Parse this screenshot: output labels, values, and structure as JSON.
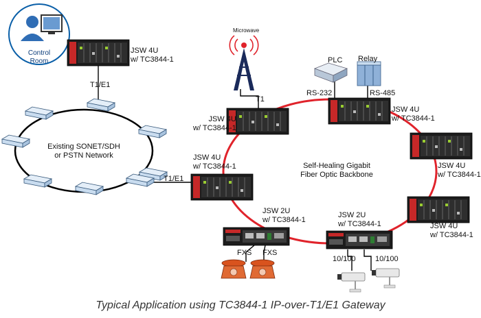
{
  "caption": "Typical Application using TC3844-1 IP-over-T1/E1 Gateway",
  "control_room": "Control\nRoom",
  "network": {
    "line1": "Existing SONET/SDH",
    "line2": "or PSTN Network"
  },
  "backbone": {
    "line1": "Self-Healing Gigabit",
    "line2": "Fiber Optic Backbone"
  },
  "labels": {
    "jsw4u": "JSW 4U",
    "jsw2u": "JSW 2U",
    "tc": "w/ TC3844-1",
    "t1e1": "T1/E1",
    "t1": "T1",
    "microwave": "Microwave",
    "plc": "PLC",
    "relay": "Relay",
    "rs232": "RS-232",
    "rs485": "RS-485",
    "fxs": "FXS",
    "eth": "10/100"
  },
  "colors": {
    "ring": "#e0232b",
    "switch_dark": "#1c1c1c",
    "node_blue": "#c9dcef",
    "phone": "#d9531e"
  }
}
